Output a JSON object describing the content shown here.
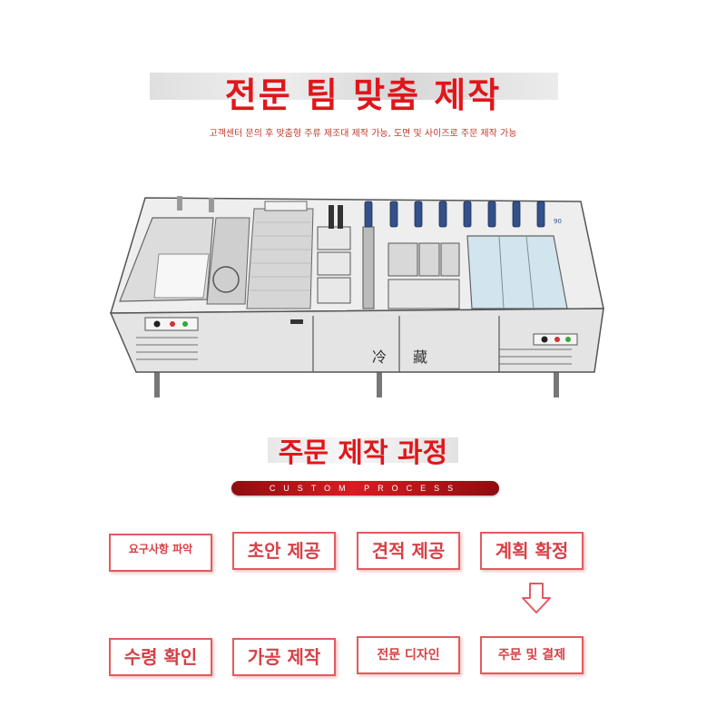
{
  "header": {
    "title": "전문 팀 맞춤 제작",
    "subtitle": "고객센터 문의 후 맞춤형 주류 제조대 제작 가능, 도면 및 사이즈로 주문 제작 가능"
  },
  "machine": {
    "door_chars": [
      "冷",
      "藏"
    ],
    "bottle_label": "90"
  },
  "process": {
    "title": "주문 제작 과정",
    "subtitle": "CUSTOM PROCESS",
    "steps_row1": [
      "요구사항 파악",
      "초안 제공",
      "견적 제공",
      "계획 확정"
    ],
    "steps_row2": [
      "수령 확인",
      "가공 제작",
      "전문 디자인",
      "주문 및 결제"
    ]
  },
  "colors": {
    "accent_red": "#e0161b",
    "box_border": "#e25a5f",
    "box_text": "#d64046"
  },
  "icons": [
    "arrow-down-icon"
  ]
}
